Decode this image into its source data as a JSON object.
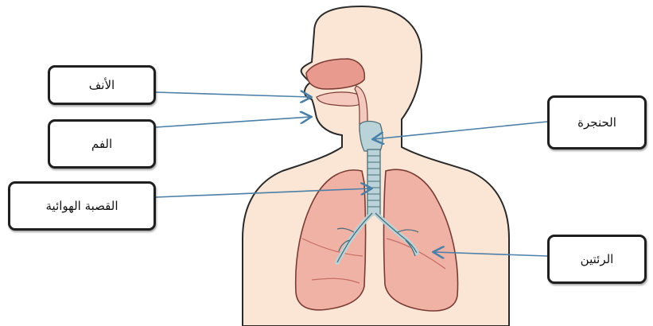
{
  "labels": {
    "nose": "الأنف",
    "mouth": "الفم",
    "trachea": "القصبة الهوائية",
    "larynx": "الحنجرة",
    "lungs": "الرئتين"
  },
  "colors": {
    "skin": "#fbe6d6",
    "outline": "#2a2a2a",
    "lung": "#f1b2a6",
    "lung_dark": "#e0877c",
    "airway": "#b9d3d9",
    "arrow": "#4a7fa8"
  }
}
